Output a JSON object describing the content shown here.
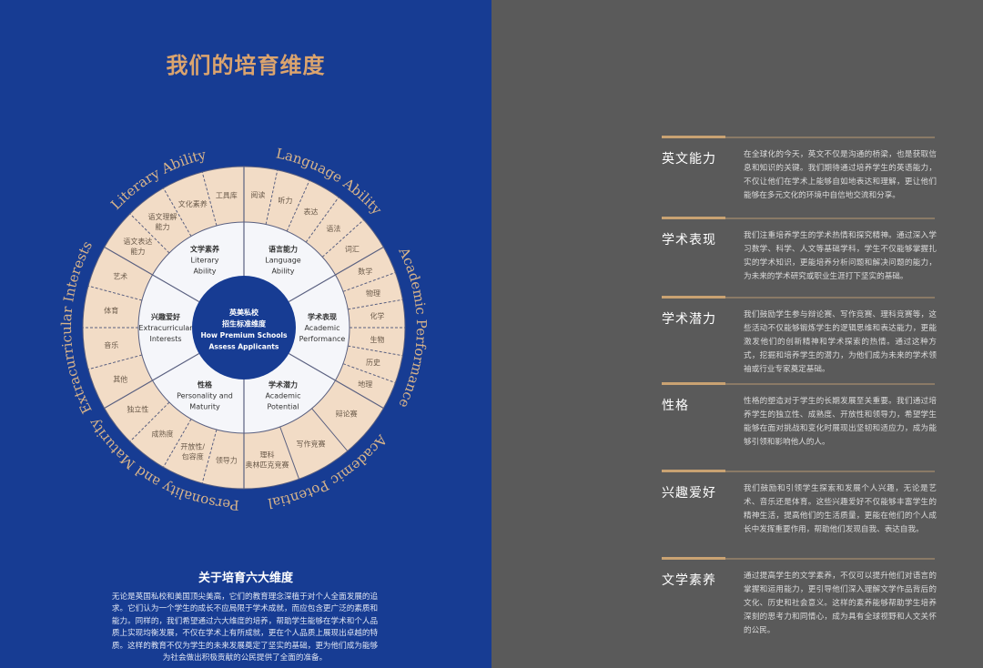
{
  "title": "我们的培育维度",
  "colors": {
    "blue": "#173c93",
    "peach": "#f2dcc6",
    "gold": "#dba46e",
    "ring_white": "#f5f6fa",
    "line": "#5a6080"
  },
  "wheel": {
    "center_lines": [
      "英美私校",
      "招生标准维度",
      "How Premium Schools",
      "Assess Applicants"
    ],
    "sectors": [
      {
        "arc_label": "Language Ability",
        "cn": "语言能力",
        "en": [
          "Language",
          "Ability"
        ],
        "dashed": true,
        "items": [
          [
            "阅读"
          ],
          [
            "听力"
          ],
          [
            "表达"
          ],
          [
            "语法"
          ],
          [
            "词汇"
          ]
        ]
      },
      {
        "arc_label": "Academic Performance",
        "cn": "学术表现",
        "en": [
          "Academic",
          "Performance"
        ],
        "dashed": true,
        "items": [
          [
            "数学"
          ],
          [
            "物理"
          ],
          [
            "化学"
          ],
          [
            "生物"
          ],
          [
            "历史"
          ],
          [
            "地理"
          ]
        ]
      },
      {
        "arc_label": "Academic Potential",
        "cn": "学术潜力",
        "en": [
          "Academic",
          "Potential"
        ],
        "dashed": false,
        "items": [
          [
            "辩论赛"
          ],
          [
            "写作竞赛"
          ],
          [
            "理科",
            "奥林匹克竞赛"
          ]
        ]
      },
      {
        "arc_label": "Personality and Maturity",
        "cn": "性格",
        "en": [
          "Personality and",
          "Maturity"
        ],
        "dashed": true,
        "items": [
          [
            "领导力"
          ],
          [
            "开放性/",
            "包容度"
          ],
          [
            "成熟度"
          ],
          [
            "独立性"
          ]
        ]
      },
      {
        "arc_label": "Extracurricular Interests",
        "cn": "兴趣爱好",
        "en": [
          "Extracurricular",
          "Interests"
        ],
        "dashed": true,
        "items": [
          [
            "其他"
          ],
          [
            "音乐"
          ],
          [
            "体育"
          ],
          [
            "艺术"
          ]
        ]
      },
      {
        "arc_label": "Literary Ability",
        "cn": "文学素养",
        "en": [
          "Literary",
          "Ability"
        ],
        "dashed": true,
        "items": [
          [
            "语文表达",
            "能力"
          ],
          [
            "语文理解",
            "能力"
          ],
          [
            "文化素养"
          ],
          [
            "工具库"
          ]
        ]
      }
    ]
  },
  "about": {
    "title": "关于培育六大维度",
    "body": "无论是英国私校和美国顶尖美高，它们的教育理念深植于对个人全面发展的追求。它们认为一个学生的成长不应局限于学术成就，而应包含更广泛的素质和能力。同样的，我们希望通过六大维度的培养，帮助学生能够在学术和个人品质上实现均衡发展，不仅在学术上有所成就，更在个人品质上展现出卓越的特质。这样的教育不仅为学生的未来发展奠定了坚实的基础，更为他们成为能够为社会做出积极贡献的公民提供了全面的准备。"
  },
  "sections": [
    {
      "title": "英文能力",
      "body": "在全球化的今天，英文不仅是沟通的桥梁，也是获取信息和知识的关键。我们期待通过培养学生的英语能力，不仅让他们在学术上能够自如地表达和理解，更让他们能够在多元文化的环境中自信地交流和分享。"
    },
    {
      "title": "学术表现",
      "body": "我们注重培养学生的学术热情和探究精神。通过深入学习数学、科学、人文等基础学科，学生不仅能够掌握扎实的学术知识，更能培养分析问题和解决问题的能力，为未来的学术研究或职业生涯打下坚实的基础。"
    },
    {
      "title": "学术潜力",
      "body": "我们鼓励学生参与辩论赛、写作竞赛、理科竞赛等，这些活动不仅能够锻炼学生的逻辑思维和表达能力，更能激发他们的创新精神和学术探索的热情。通过这种方式，挖掘和培养学生的潜力，为他们成为未来的学术领袖或行业专家奠定基础。"
    },
    {
      "title": "性格",
      "body": "性格的塑造对于学生的长期发展至关重要。我们通过培养学生的独立性、成熟度、开放性和领导力，希望学生能够在面对挑战和变化时展现出坚韧和适应力，成为能够引领和影响他人的人。"
    },
    {
      "title": "兴趣爱好",
      "body": "我们鼓励和引领学生探索和发展个人兴趣，无论是艺术、音乐还是体育。这些兴趣爱好不仅能够丰富学生的精神生活，提高他们的生活质量，更能在他们的个人成长中发挥重要作用，帮助他们发现自我、表达自我。"
    },
    {
      "title": "文学素养",
      "body": "通过提高学生的文学素养，不仅可以提升他们对语言的掌握和运用能力，更引导他们深入理解文学作品背后的文化、历史和社会意义。这样的素养能够帮助学生培养深刻的思考力和同情心，成为具有全球视野和人文关怀的公民。"
    }
  ]
}
